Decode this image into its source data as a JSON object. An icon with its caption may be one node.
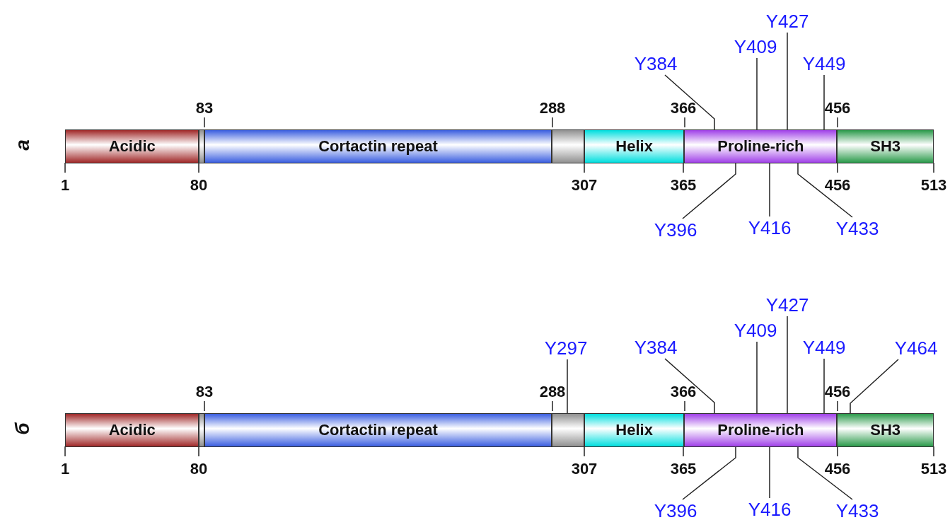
{
  "diagram": {
    "nodes": [
      {
        "text": [
          "Acidic"
        ]
      },
      {
        "text": [],
        "shape": "bar"
      },
      {
        "text": [
          "Cortactin repeat"
        ]
      },
      {
        "text": [],
        "shape": "bar"
      },
      {
        "text": [
          "Helix"
        ]
      },
      {
        "text": [
          "Proline-rich"
        ]
      },
      {
        "text": [
          "SH3"
        ]
      },
      {
        "text": [
          "Y384"
        ]
      },
      {
        "text": [
          "Y409"
        ]
      },
      {
        "text": [
          "Y427"
        ]
      },
      {
        "text": [
          "Y449"
        ]
      },
      {
        "text": [
          "Y396"
        ]
      },
      {
        "text": [
          "Y416"
        ]
      },
      {
        "text": [
          "Y433"
        ]
      },
      {
        "text": [
          "Acidic"
        ]
      },
      {
        "text": [],
        "shape": "bar"
      },
      {
        "text": [
          "Cortactin repeat"
        ]
      },
      {
        "text": [],
        "shape": "bar"
      },
      {
        "text": [
          "Helix"
        ]
      },
      {
        "text": [
          "Proline-rich"
        ]
      },
      {
        "text": [
          "SH3"
        ]
      },
      {
        "text": [
          "Y297"
        ]
      },
      {
        "text": [
          "Y384"
        ]
      },
      {
        "text": [
          "Y409"
        ]
      },
      {
        "text": [
          "Y427"
        ]
      },
      {
        "text": [
          "Y449"
        ]
      },
      {
        "text": [
          "Y464"
        ]
      },
      {
        "text": [
          "Y396"
        ]
      },
      {
        "text": [
          "Y416"
        ]
      },
      {
        "text": [
          "Y433"
        ]
      }
    ],
    "edges": [
      {
        "from": 7,
        "to": 5,
        "arrow": "none"
      },
      {
        "from": 8,
        "to": 5,
        "arrow": "none"
      },
      {
        "from": 9,
        "to": 5,
        "arrow": "none"
      },
      {
        "from": 10,
        "to": 5,
        "arrow": "none"
      },
      {
        "from": 11,
        "to": 5,
        "arrow": "none"
      },
      {
        "from": 12,
        "to": 5,
        "arrow": "none"
      },
      {
        "from": 13,
        "to": 5,
        "arrow": "none"
      },
      {
        "from": 21,
        "to": 17,
        "arrow": "none"
      },
      {
        "from": 22,
        "to": 19,
        "arrow": "none"
      },
      {
        "from": 23,
        "to": 19,
        "arrow": "none"
      },
      {
        "from": 24,
        "to": 19,
        "arrow": "none"
      },
      {
        "from": 25,
        "to": 19,
        "arrow": "none"
      },
      {
        "from": 26,
        "to": 20,
        "arrow": "none"
      },
      {
        "from": 27,
        "to": 19,
        "arrow": "none"
      },
      {
        "from": 28,
        "to": 19,
        "arrow": "none"
      },
      {
        "from": 29,
        "to": 19,
        "arrow": "none"
      }
    ],
    "labels": [
      "83",
      "288",
      "366",
      "456",
      "a",
      "1",
      "80",
      "307",
      "365",
      "456",
      "513",
      "83",
      "288",
      "366",
      "456",
      "б",
      "1",
      "80",
      "307",
      "365",
      "456",
      "513"
    ]
  }
}
